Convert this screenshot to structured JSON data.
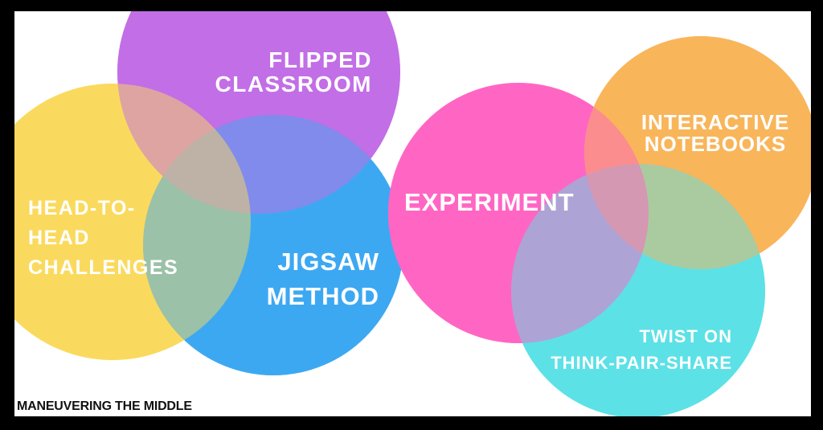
{
  "page": {
    "frame_color": "#000000",
    "canvas_color": "#ffffff",
    "label_text_color": "#ffffff",
    "footer_text_color": "#111111"
  },
  "diagram": {
    "title_implied": "Teaching strategy circles",
    "circles": [
      {
        "name": "flipped-classroom",
        "label": "FLIPPED\nCLASSROOM",
        "color": "#c26ee6"
      },
      {
        "name": "head-to-head-challenges",
        "label": "HEAD-TO-\nHEAD\nCHALLENGES",
        "color": "#fada5e"
      },
      {
        "name": "jigsaw-method",
        "label": "JIGSAW\nMETHOD",
        "color": "#3da8f2"
      },
      {
        "name": "experiment",
        "label": "EXPERIMENT",
        "color": "#ff66c4"
      },
      {
        "name": "interactive-notebooks",
        "label": "INTERACTIVE\nNOTEBOOKS",
        "color": "#f9b55a"
      },
      {
        "name": "twist-on-think-pair-share",
        "label": "TWIST ON\nTHINK-PAIR-SHARE",
        "color": "#5ce1e6"
      }
    ]
  },
  "footer": {
    "brand": "MANEUVERING THE MIDDLE"
  }
}
